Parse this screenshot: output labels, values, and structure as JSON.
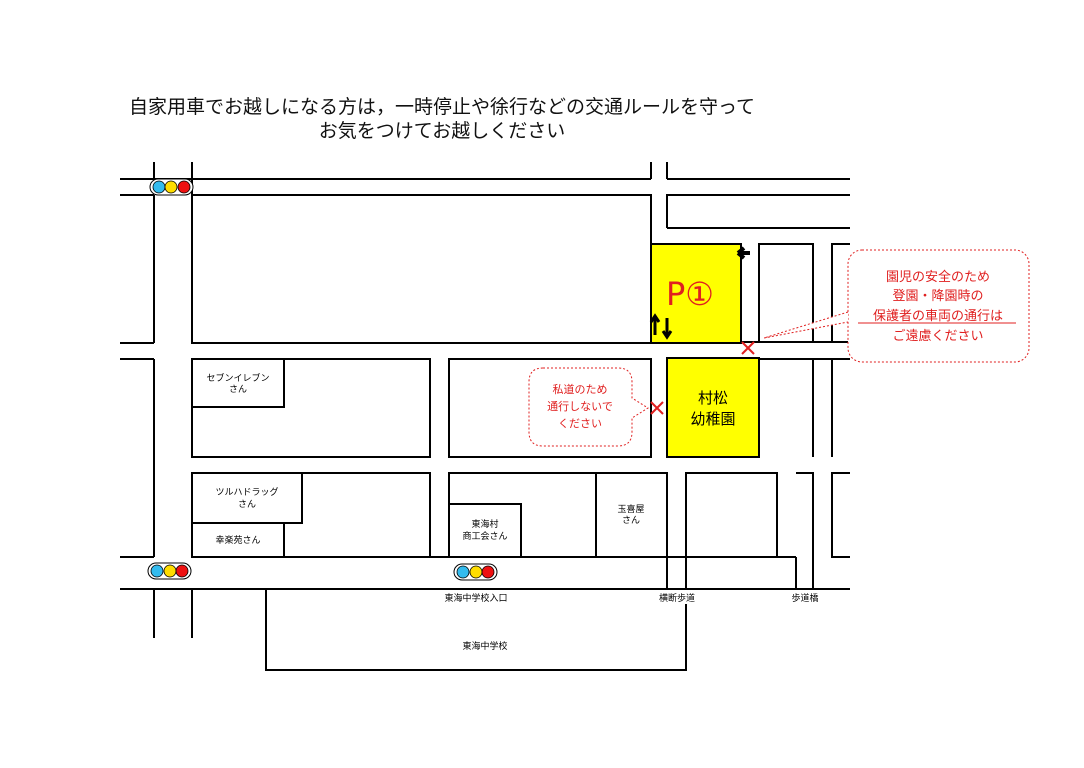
{
  "header": {
    "line1": "自家用車でお越しになる方は，一時停止や徐行などの交通ルールを守って",
    "line2": "お気をつけてお越しください"
  },
  "parking": {
    "label": "P①"
  },
  "kindergarten": {
    "line1": "村松",
    "line2": "幼稚園"
  },
  "callouts": {
    "safety": {
      "line1": "園児の安全のため",
      "line2": "登園・降園時の",
      "line3": "保護者の車両の通行は",
      "line4": "ご遠慮ください"
    },
    "private_road": {
      "line1": "私道のため",
      "line2": "通行しないで",
      "line3": "ください"
    }
  },
  "landmarks": {
    "seven_eleven": {
      "line1": "セブンイレブン",
      "line2": "さん"
    },
    "tsuruha": {
      "line1": "ツルハドラッグ",
      "line2": "さん"
    },
    "kourakuen": {
      "line1": "幸楽苑さん"
    },
    "shokokai": {
      "line1": "東海村",
      "line2": "商工会さん"
    },
    "tamakiya": {
      "line1": "玉喜屋",
      "line2": "さん"
    },
    "school_entrance": "東海中学校入口",
    "crosswalk": "横断歩道",
    "footbridge": "歩道橋",
    "school": "東海中学校"
  },
  "colors": {
    "highlight": "#ffff00",
    "alert": "#e02020",
    "signal_blue": "#33bbee",
    "signal_yellow": "#ffdd00",
    "signal_red": "#ee1111"
  }
}
